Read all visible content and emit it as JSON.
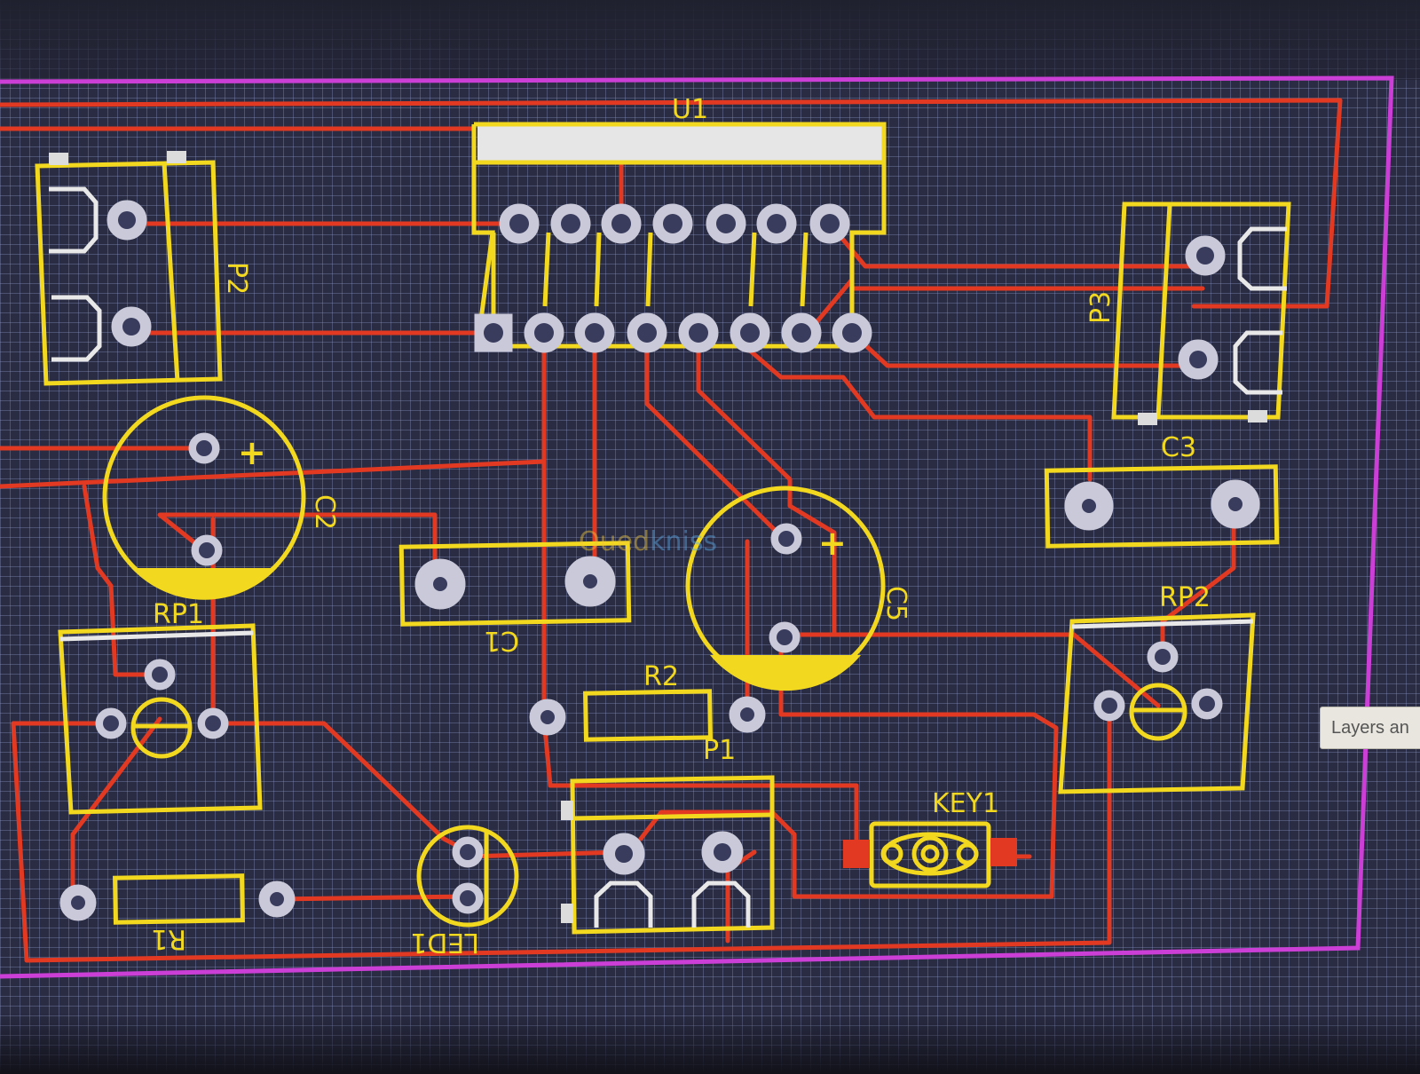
{
  "refdes": {
    "u1": "U1",
    "p2": "P2",
    "p3": "P3",
    "c1": "C1",
    "c2": "C2",
    "c3": "C3",
    "c5": "C5",
    "rp1": "RP1",
    "rp2": "RP2",
    "r1": "R1",
    "r2": "R2",
    "p1": "P1",
    "key1": "KEY1",
    "led1": "LED1"
  },
  "polarity_marks": {
    "c2": "+",
    "c5": "+"
  },
  "watermark": {
    "part1": "Oued",
    "part2": "kniss"
  },
  "panel_tab": {
    "label": "Layers an"
  },
  "colors": {
    "background": "#2a2c44",
    "grid": "#9aa0d2",
    "copper_trace": "#e23a22",
    "silkscreen": "#f2d81f",
    "pad": "#c9c9d9",
    "board_outline": "#cc3fd6",
    "smd_pad": "#e23a22"
  }
}
